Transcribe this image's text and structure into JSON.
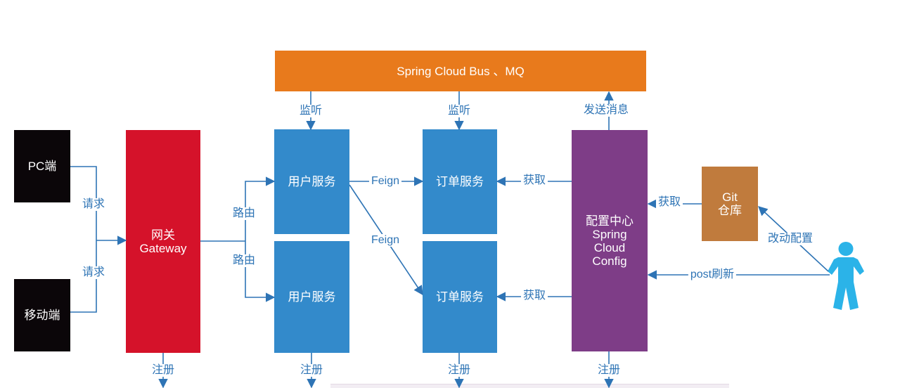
{
  "colors": {
    "orange": "#E87A1C",
    "red": "#D5122A",
    "blue": "#338ACB",
    "purple": "#7E3D87",
    "brown": "#C07B3D",
    "black": "#0B0609",
    "line": "#2E74B5",
    "person": "#2BB3E8"
  },
  "nodes": {
    "bus": {
      "label": "Spring Cloud Bus 、MQ"
    },
    "pc": {
      "label": "PC端"
    },
    "mobile": {
      "label": "移动端"
    },
    "gateway": {
      "line1": "网关",
      "line2": "Gateway"
    },
    "user_service_1": {
      "label": "用户服务"
    },
    "user_service_2": {
      "label": "用户服务"
    },
    "order_service_1": {
      "label": "订单服务"
    },
    "order_service_2": {
      "label": "订单服务"
    },
    "config": {
      "line1": "配置中心",
      "line2": "Spring",
      "line3": "Cloud",
      "line4": "Config"
    },
    "git": {
      "line1": "Git",
      "line2": "仓库"
    },
    "person": {
      "icon": "person-icon"
    }
  },
  "edges": {
    "request1": "请求",
    "request2": "请求",
    "route1": "路由",
    "route2": "路由",
    "feign1": "Feign",
    "feign2": "Feign",
    "listen1": "监听",
    "listen2": "监听",
    "send_message": "发送消息",
    "fetch1": "获取",
    "fetch2": "获取",
    "fetch_git": "获取",
    "change_config": "改动配置",
    "post_refresh": "post刷新",
    "register1": "注册",
    "register2": "注册",
    "register3": "注册",
    "register4": "注册"
  }
}
